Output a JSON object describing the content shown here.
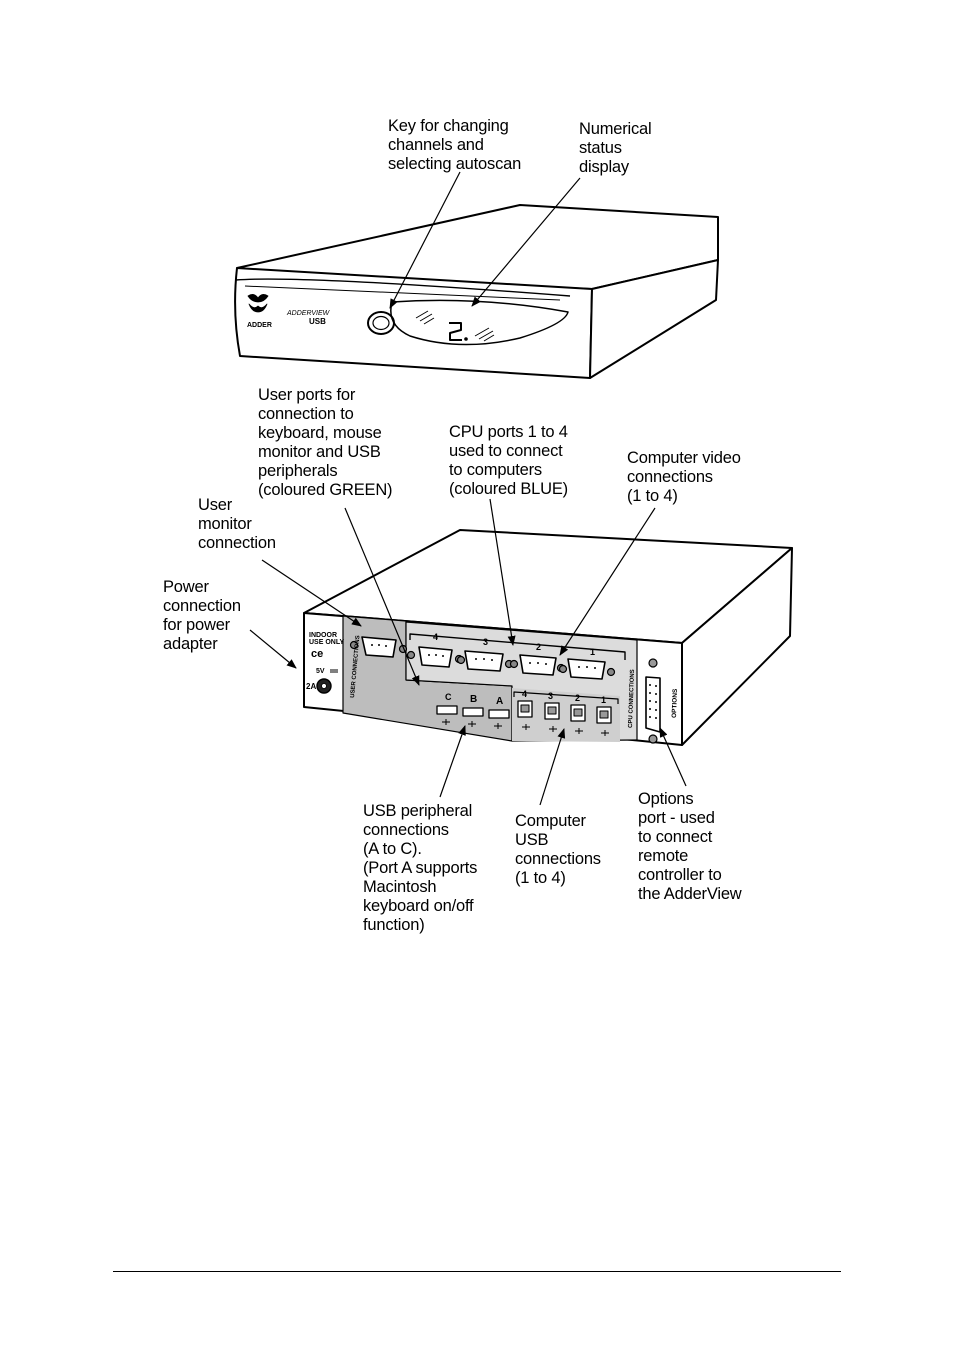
{
  "callouts": {
    "key": "Key for changing\nchannels and\nselecting autoscan",
    "display": "Numerical\nstatus\ndisplay",
    "user_ports": "User ports for\nconnection to\nkeyboard, mouse\nmonitor and USB\nperipherals\n(coloured GREEN)",
    "cpu_ports": "CPU ports 1 to 4\nused to connect\nto computers\n(coloured BLUE)",
    "video": "Computer video\nconnections\n(1 to 4)",
    "user_monitor": "User\nmonitor\nconnection",
    "power": "Power\nconnection\nfor power\nadapter",
    "usb_peripheral": "USB peripheral\nconnections\n(A to C).\n(Port A supports\nMacintosh\nkeyboard on/off\nfunction)",
    "computer_usb": "Computer\nUSB\nconnections\n(1 to 4)",
    "options": "Options\nport - used\nto connect\nremote\ncontroller to\nthe AdderView"
  },
  "front_panel": {
    "brand": "ADDER",
    "model_line1": "ADDERVIEW",
    "model_line2": "USB",
    "display_digit": "2"
  },
  "rear_panel": {
    "indoor_label1": "INDOOR",
    "indoor_label2": "USE ONLY",
    "ce_mark": "ce",
    "volt_label": "5V",
    "amp_label": "2A",
    "user_connections": "USER CONNECTIONS",
    "cpu_connections": "CPU CONNECTIONS",
    "options_label": "OPTIONS",
    "video_numbers": [
      "4",
      "3",
      "2",
      "1"
    ],
    "usb_peripheral_letters": [
      "C",
      "B",
      "A"
    ],
    "usb_cpu_numbers": [
      "4",
      "3",
      "2",
      "1"
    ]
  }
}
